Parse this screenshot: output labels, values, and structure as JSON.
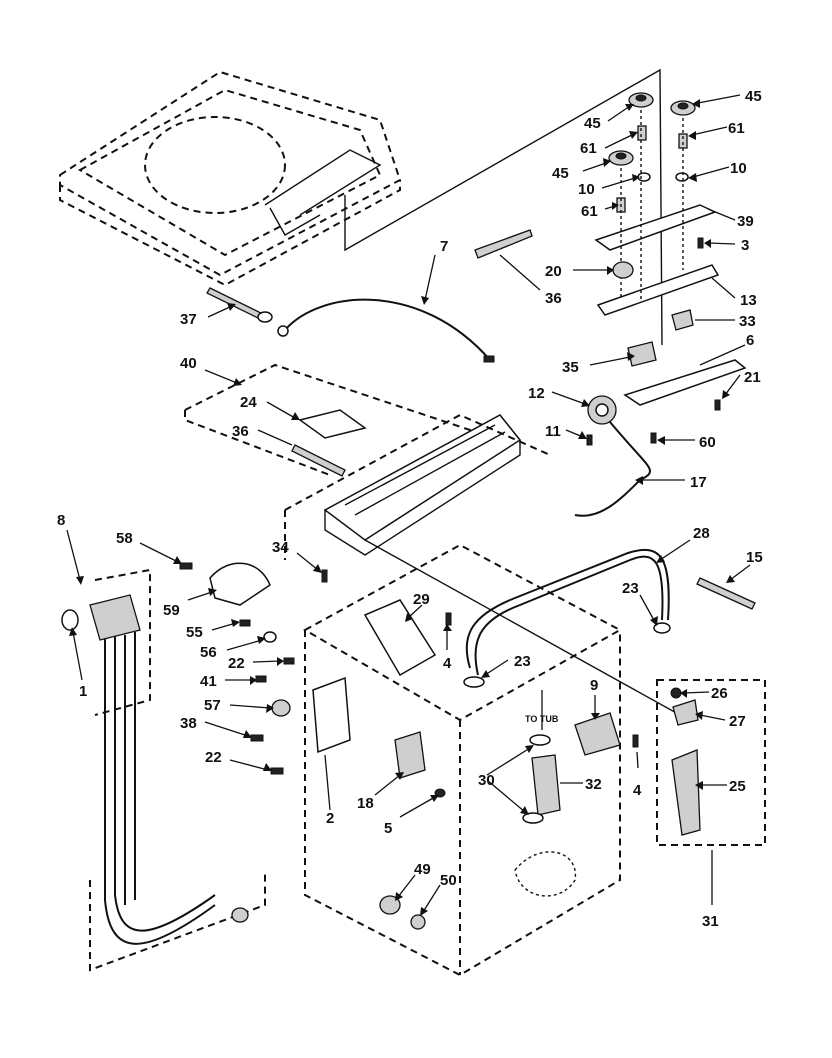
{
  "note_text": "TO TUB",
  "callouts": [
    {
      "id": "c45a",
      "text": "45"
    },
    {
      "id": "c45b",
      "text": "45"
    },
    {
      "id": "c45c",
      "text": "45"
    },
    {
      "id": "c61a",
      "text": "61"
    },
    {
      "id": "c61b",
      "text": "61"
    },
    {
      "id": "c61c",
      "text": "61"
    },
    {
      "id": "c10a",
      "text": "10"
    },
    {
      "id": "c10b",
      "text": "10"
    },
    {
      "id": "c39",
      "text": "39"
    },
    {
      "id": "c3",
      "text": "3"
    },
    {
      "id": "c7",
      "text": "7"
    },
    {
      "id": "c20",
      "text": "20"
    },
    {
      "id": "c36a",
      "text": "36"
    },
    {
      "id": "c13",
      "text": "13"
    },
    {
      "id": "c37",
      "text": "37"
    },
    {
      "id": "c33",
      "text": "33"
    },
    {
      "id": "c6",
      "text": "6"
    },
    {
      "id": "c35",
      "text": "35"
    },
    {
      "id": "c40",
      "text": "40"
    },
    {
      "id": "c21",
      "text": "21"
    },
    {
      "id": "c12",
      "text": "12"
    },
    {
      "id": "c24",
      "text": "24"
    },
    {
      "id": "c11",
      "text": "11"
    },
    {
      "id": "c60",
      "text": "60"
    },
    {
      "id": "c36b",
      "text": "36"
    },
    {
      "id": "c17",
      "text": "17"
    },
    {
      "id": "c8",
      "text": "8"
    },
    {
      "id": "c28",
      "text": "28"
    },
    {
      "id": "c58",
      "text": "58"
    },
    {
      "id": "c34",
      "text": "34"
    },
    {
      "id": "c15",
      "text": "15"
    },
    {
      "id": "c23a",
      "text": "23"
    },
    {
      "id": "c29",
      "text": "29"
    },
    {
      "id": "c59",
      "text": "59"
    },
    {
      "id": "c55",
      "text": "55"
    },
    {
      "id": "c56",
      "text": "56"
    },
    {
      "id": "c22a",
      "text": "22"
    },
    {
      "id": "c4a",
      "text": "4"
    },
    {
      "id": "c23b",
      "text": "23"
    },
    {
      "id": "c41",
      "text": "41"
    },
    {
      "id": "c26",
      "text": "26"
    },
    {
      "id": "c1",
      "text": "1"
    },
    {
      "id": "c9",
      "text": "9"
    },
    {
      "id": "c57",
      "text": "57"
    },
    {
      "id": "c27",
      "text": "27"
    },
    {
      "id": "c38",
      "text": "38"
    },
    {
      "id": "c22b",
      "text": "22"
    },
    {
      "id": "c30",
      "text": "30"
    },
    {
      "id": "c32",
      "text": "32"
    },
    {
      "id": "c4b",
      "text": "4"
    },
    {
      "id": "c25",
      "text": "25"
    },
    {
      "id": "c2",
      "text": "2"
    },
    {
      "id": "c18",
      "text": "18"
    },
    {
      "id": "c5",
      "text": "5"
    },
    {
      "id": "c49",
      "text": "49"
    },
    {
      "id": "c50",
      "text": "50"
    },
    {
      "id": "c31",
      "text": "31"
    }
  ]
}
